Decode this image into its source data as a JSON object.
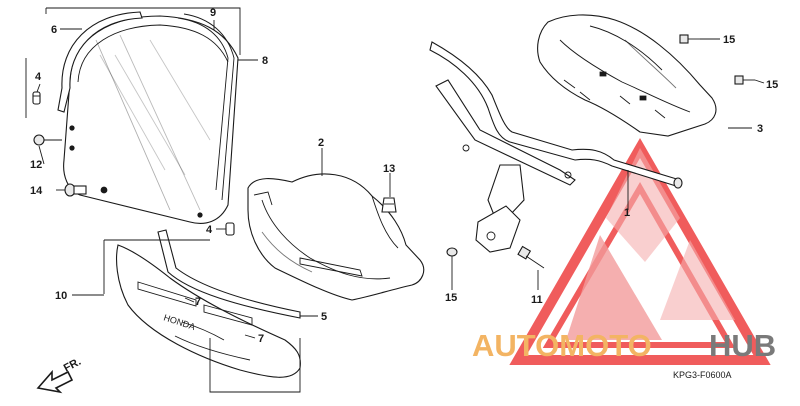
{
  "callouts": [
    {
      "id": "c1",
      "text": "1"
    },
    {
      "id": "c2",
      "text": "2"
    },
    {
      "id": "c3",
      "text": "3"
    },
    {
      "id": "c4a",
      "text": "4"
    },
    {
      "id": "c4b",
      "text": "4"
    },
    {
      "id": "c5",
      "text": "5"
    },
    {
      "id": "c6",
      "text": "6"
    },
    {
      "id": "c7a",
      "text": "7"
    },
    {
      "id": "c7b",
      "text": "7"
    },
    {
      "id": "c8",
      "text": "8"
    },
    {
      "id": "c9",
      "text": "9"
    },
    {
      "id": "c10",
      "text": "10"
    },
    {
      "id": "c11",
      "text": "11"
    },
    {
      "id": "c12",
      "text": "12"
    },
    {
      "id": "c13",
      "text": "13"
    },
    {
      "id": "c14",
      "text": "14"
    },
    {
      "id": "c15a",
      "text": "15"
    },
    {
      "id": "c15b",
      "text": "15"
    },
    {
      "id": "c15c",
      "text": "15"
    }
  ],
  "front_arrow_label": "FR.",
  "diagram_code": "KPG3-F0600A",
  "brand_embossing": "HONDA",
  "watermark": {
    "part1": "AUTOMOTO",
    "part2": "HUB",
    "color_primary": "#f3b463",
    "color_secondary": "#7a7a7a",
    "logo_color": "#ee4040"
  }
}
